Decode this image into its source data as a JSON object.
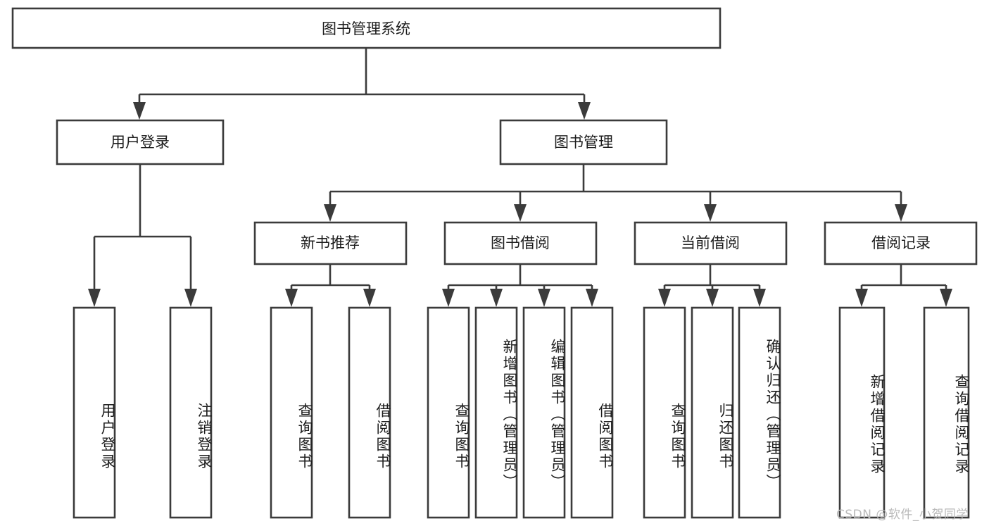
{
  "diagram": {
    "type": "tree",
    "title": "图书管理系统",
    "root": {
      "id": "root",
      "label": "图书管理系统"
    },
    "level2": [
      {
        "id": "user-login",
        "label": "用户登录"
      },
      {
        "id": "book-manage",
        "label": "图书管理"
      }
    ],
    "level3": [
      {
        "id": "new-book-rec",
        "label": "新书推荐",
        "parent": "book-manage"
      },
      {
        "id": "book-borrow",
        "label": "图书借阅",
        "parent": "book-manage"
      },
      {
        "id": "current-borrow",
        "label": "当前借阅",
        "parent": "book-manage"
      },
      {
        "id": "borrow-record",
        "label": "借阅记录",
        "parent": "book-manage"
      }
    ],
    "leaves": [
      {
        "id": "leaf-user-login",
        "label": "用户登录",
        "parent": "user-login"
      },
      {
        "id": "leaf-logout",
        "label": "注销登录",
        "parent": "user-login"
      },
      {
        "id": "leaf-query-book-1",
        "label": "查询图书",
        "parent": "new-book-rec"
      },
      {
        "id": "leaf-borrow-book-1",
        "label": "借阅图书",
        "parent": "new-book-rec"
      },
      {
        "id": "leaf-query-book-2",
        "label": "查询图书",
        "parent": "book-borrow"
      },
      {
        "id": "leaf-add-book",
        "label": "新增图书（管理员）",
        "parent": "book-borrow"
      },
      {
        "id": "leaf-edit-book",
        "label": "编辑图书（管理员）",
        "parent": "book-borrow"
      },
      {
        "id": "leaf-borrow-book-2",
        "label": "借阅图书",
        "parent": "book-borrow"
      },
      {
        "id": "leaf-query-book-3",
        "label": "查询图书",
        "parent": "current-borrow"
      },
      {
        "id": "leaf-return-book",
        "label": "归还图书",
        "parent": "current-borrow"
      },
      {
        "id": "leaf-confirm-return",
        "label": "确认归还（管理员）",
        "parent": "current-borrow"
      },
      {
        "id": "leaf-add-record",
        "label": "新增借阅记录",
        "parent": "borrow-record"
      },
      {
        "id": "leaf-query-record",
        "label": "查询借阅记录",
        "parent": "borrow-record"
      }
    ]
  },
  "watermark": {
    "text": "CSDN @软件_小贺同学"
  },
  "colors": {
    "stroke": "#3b3b3b",
    "box_fill": "#ffffff",
    "text": "#1c1c1c",
    "watermark": "#b9b9b9",
    "background": "#ffffff"
  }
}
